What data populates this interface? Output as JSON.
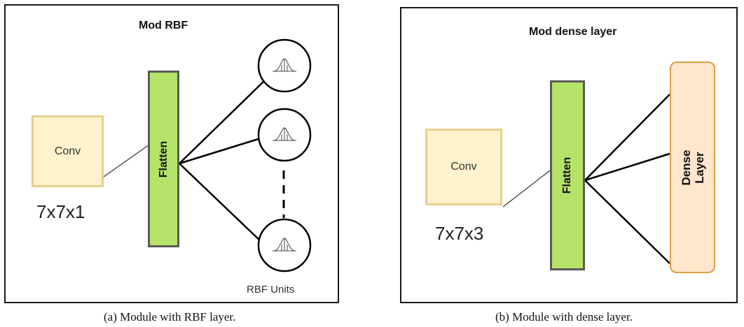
{
  "panel_a": {
    "title": "Mod RBF",
    "conv_label": "Conv",
    "conv_dims": "7x7x1",
    "flatten_label": "Flatten",
    "units_label": "RBF Units",
    "unit_icon": "gaussian-bell-icon",
    "caption": "(a) Module with RBF layer."
  },
  "panel_b": {
    "title": "Mod dense layer",
    "conv_label": "Conv",
    "conv_dims": "7x7x3",
    "flatten_label": "Flatten",
    "dense_line1": "Dense",
    "dense_line2": "Layer",
    "caption": "(b) Module with dense layer."
  },
  "colors": {
    "conv_fill": "#fff2cc",
    "conv_border": "#e8cf8c",
    "flatten_fill": "#b5e269",
    "flatten_border": "#5a5a5a",
    "dense_fill": "#ffe6cc",
    "dense_border": "#dda040"
  }
}
